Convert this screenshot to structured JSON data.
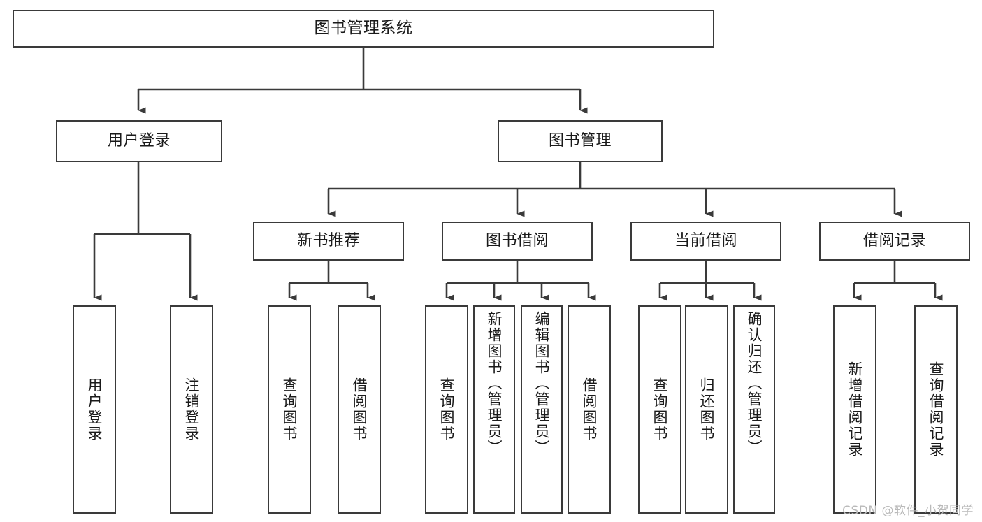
{
  "diagram": {
    "title": "图书管理系统",
    "type": "tree-hierarchy-functional-structure",
    "watermark": "CSDN @软件_小贺同学",
    "colors": {
      "border": "#3a3a3a",
      "text": "#1a1a1a",
      "background": "#ffffff",
      "watermark": "#b9b9b9"
    }
  },
  "nodes": {
    "root": {
      "label": "图书管理系统"
    },
    "level2": [
      {
        "label": "用户登录"
      },
      {
        "label": "图书管理"
      }
    ],
    "level3": [
      {
        "label": "新书推荐"
      },
      {
        "label": "图书借阅"
      },
      {
        "label": "当前借阅"
      },
      {
        "label": "借阅记录"
      }
    ],
    "leaves": {
      "user_login": [
        {
          "label": "用户登录"
        },
        {
          "label": "注销登录"
        }
      ],
      "new_book_recommend": [
        {
          "label": "查询图书"
        },
        {
          "label": "借阅图书"
        }
      ],
      "book_borrow": [
        {
          "label": "查询图书"
        },
        {
          "label": "新增图书（管理员）"
        },
        {
          "label": "编辑图书（管理员）"
        },
        {
          "label": "借阅图书"
        }
      ],
      "current_borrow": [
        {
          "label": "查询图书"
        },
        {
          "label": "归还图书"
        },
        {
          "label": "确认归还（管理员）"
        }
      ],
      "borrow_record": [
        {
          "label": "新增借阅记录"
        },
        {
          "label": "查询借阅记录"
        }
      ]
    }
  }
}
